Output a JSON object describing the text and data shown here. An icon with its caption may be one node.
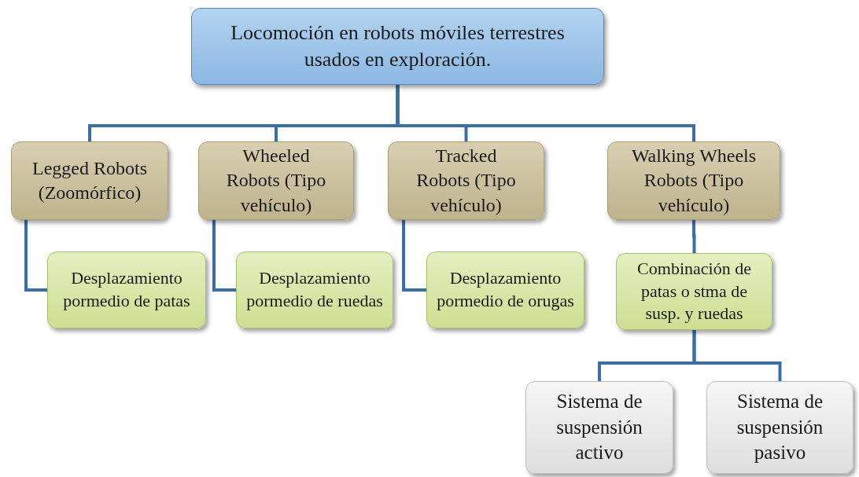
{
  "diagram": {
    "nodes": [
      {
        "text": [
          "Locomoción en robots móviles terrestres usados en exploración."
        ]
      },
      {
        "text": [
          "Legged Robots (Zoomórfico)"
        ]
      },
      {
        "text": [
          "Wheeled Robots (Tipo vehículo)"
        ]
      },
      {
        "text": [
          "Tracked Robots (Tipo vehículo)"
        ]
      },
      {
        "text": [
          "Walking Wheels Robots (Tipo vehículo)"
        ]
      },
      {
        "text": [
          "Desplazamiento pormedio de patas"
        ]
      },
      {
        "text": [
          "Desplazamiento pormedio de ruedas"
        ]
      },
      {
        "text": [
          "Desplazamiento pormedio de orugas"
        ]
      },
      {
        "text": [
          "Combinación de patas o stma de susp. y ruedas"
        ]
      },
      {
        "text": [
          "Sistema de suspensión activo"
        ]
      },
      {
        "text": [
          "Sistema de suspensión pasivo"
        ]
      }
    ],
    "edges": [
      {
        "from": 0,
        "to": 1,
        "arrow": "none"
      },
      {
        "from": 0,
        "to": 2,
        "arrow": "none"
      },
      {
        "from": 0,
        "to": 3,
        "arrow": "none"
      },
      {
        "from": 0,
        "to": 4,
        "arrow": "none"
      },
      {
        "from": 1,
        "to": 5,
        "arrow": "none"
      },
      {
        "from": 2,
        "to": 6,
        "arrow": "none"
      },
      {
        "from": 3,
        "to": 7,
        "arrow": "none"
      },
      {
        "from": 4,
        "to": 8,
        "arrow": "none"
      },
      {
        "from": 8,
        "to": 9,
        "arrow": "none"
      },
      {
        "from": 8,
        "to": 10,
        "arrow": "none"
      }
    ]
  }
}
